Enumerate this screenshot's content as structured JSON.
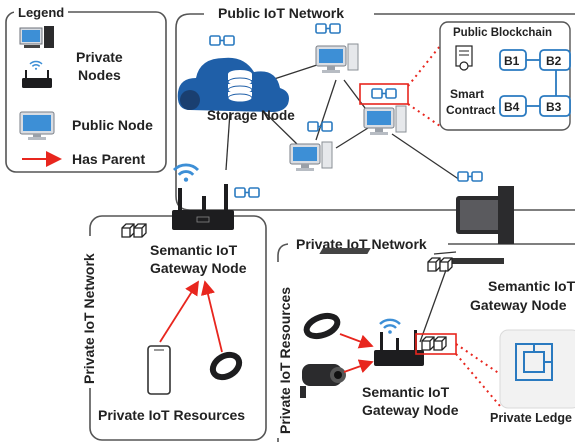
{
  "legend": {
    "title": "Legend",
    "items": [
      {
        "label_lines": [
          "Private",
          "Nodes"
        ],
        "icons": [
          "desktop-computer-icon",
          "wifi-router-icon"
        ]
      },
      {
        "label": "Public Node",
        "icon": "monitor-icon"
      },
      {
        "label": "Has Parent",
        "icon": "red-arrow-icon"
      }
    ]
  },
  "public_network": {
    "title": "Public IoT Network",
    "storage_node_label": "Storage Node",
    "blockchain": {
      "title": "Public Blockchain",
      "smart_contract_lines": [
        "Smart",
        "Contract"
      ],
      "blocks": [
        "B1",
        "B2",
        "B3",
        "B4"
      ]
    }
  },
  "private_network_left": {
    "title": "Private IoT Network",
    "gateway_label_lines": [
      "Semantic IoT",
      "Gateway Node"
    ],
    "resources_label": "Private IoT Resources"
  },
  "private_network_right": {
    "title": "Private IoT Network",
    "resources_label": "Private IoT Resources",
    "gateway_top_label_lines": [
      "Semantic IoT",
      "Gateway Node"
    ],
    "gateway_bottom_label_lines": [
      "Semantic IoT",
      "Gateway Node"
    ],
    "ledger_label": "Private Ledge"
  },
  "colors": {
    "red": "#e8261e",
    "cloud_blue": "#1f5fa8",
    "chain_blue": "#2a7ac0",
    "border": "#555555",
    "monitor_blue": "#3d8fd6"
  }
}
